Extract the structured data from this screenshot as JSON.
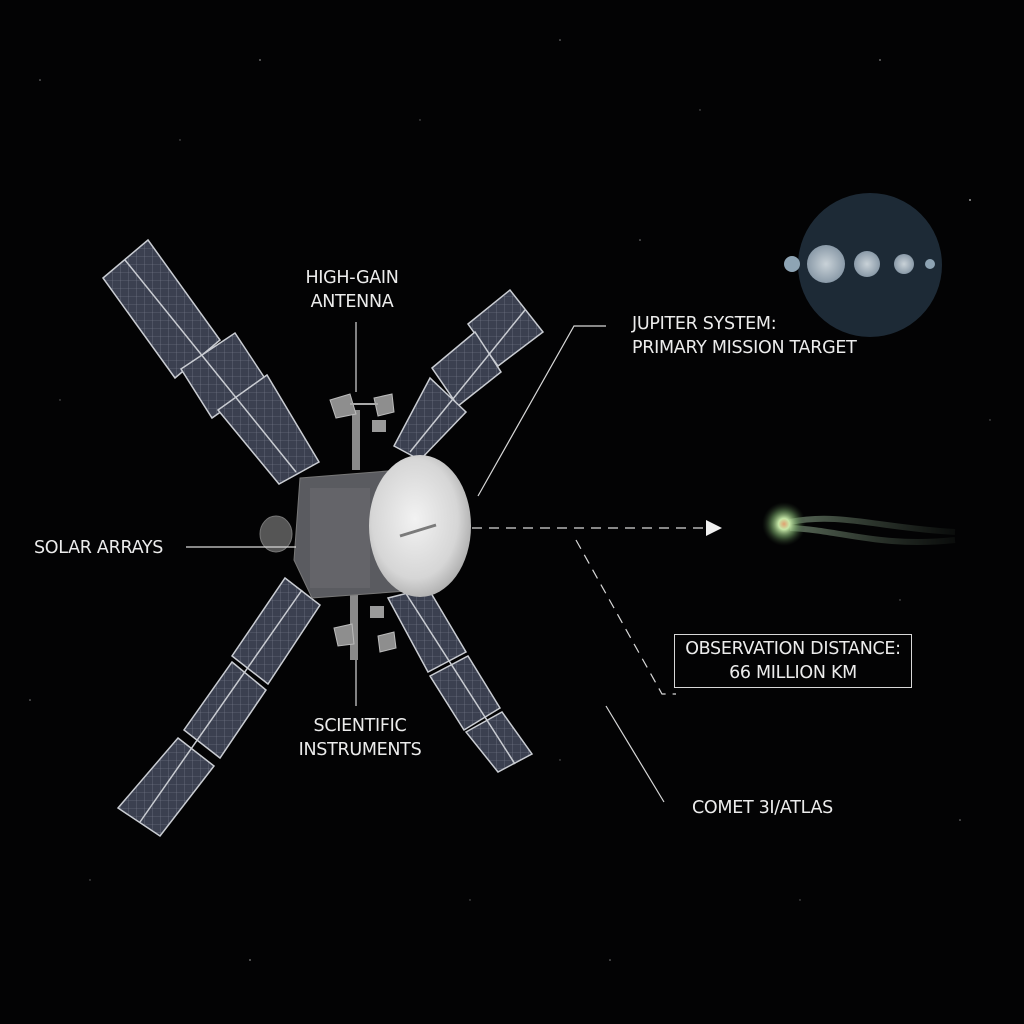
{
  "labels": {
    "antenna": {
      "line1": "HIGH-GAIN",
      "line2": "ANTENNA"
    },
    "jupiter": {
      "line1": "JUPITER SYSTEM:",
      "line2": "PRIMARY MISSION TARGET"
    },
    "solar": {
      "text": "SOLAR ARRAYS"
    },
    "instruments": {
      "line1": "SCIENTIFIC",
      "line2": "INSTRUMENTS"
    },
    "distance": {
      "line1": "OBSERVATION DISTANCE:",
      "line2": "66 MILLION KM"
    },
    "comet": {
      "text": "COMET 3I/ATLAS"
    }
  },
  "jupiter_system": {
    "bodies": [
      "small-moon-left",
      "jupiter",
      "moon",
      "moon",
      "small-moon-right"
    ]
  },
  "colors": {
    "background": "#030304",
    "panel": "#3a3f4e",
    "panel_frame": "#c9ccd2",
    "dish": "#e6e6e6",
    "bus": "#55565a",
    "label_text": "#ececec",
    "leader_line": "#d8d8d8",
    "comet_coma": "#9fd08a",
    "jupiter_disc": "#1d2a36"
  }
}
